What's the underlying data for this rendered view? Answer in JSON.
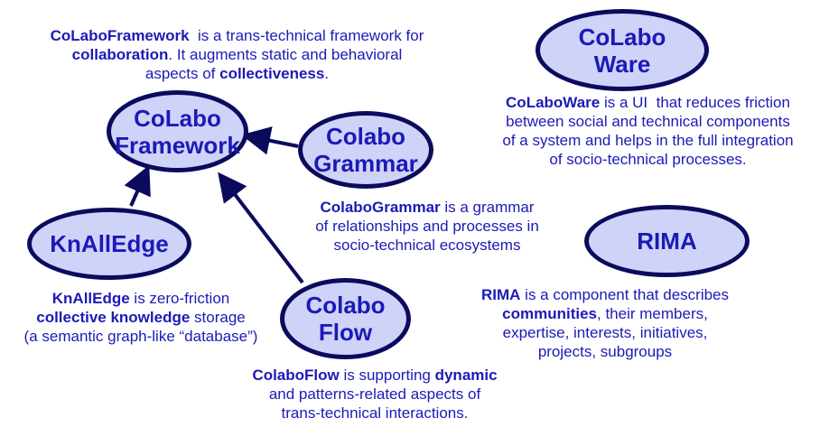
{
  "colors": {
    "node_fill": "#cfd3f8",
    "node_border": "#0b0b5e",
    "text": "#1c1ab6",
    "arrow": "#0b0b5e"
  },
  "nodes": {
    "framework": {
      "line1": "CoLabo",
      "line2": "Framework"
    },
    "ware": {
      "line1": "CoLabo",
      "line2": "Ware"
    },
    "grammar": {
      "line1": "Colabo",
      "line2": "Grammar"
    },
    "knalledge": {
      "line1": "KnAllEdge"
    },
    "rima": {
      "line1": "RIMA"
    },
    "flow": {
      "line1": "Colabo",
      "line2": "Flow"
    }
  },
  "descriptions": {
    "framework": {
      "name": "CoLaboFramework",
      "t1": "  is a trans-technical framework for",
      "b1": "collaboration",
      "t2": ". It augments static and behavioral",
      "t3": "aspects of ",
      "b2": "collectiveness",
      "t4": "."
    },
    "ware": {
      "name": "CoLaboWare",
      "t1": " is a UI  that reduces friction",
      "t2": "between social and technical components",
      "t3": "of a system and helps in the full integration",
      "t4": "of socio-technical processes."
    },
    "grammar": {
      "name": "ColaboGrammar",
      "t1": " is a grammar",
      "t2": "of relationships and processes in",
      "t3": "socio-technical ecosystems"
    },
    "knalledge": {
      "name": "KnAllEdge",
      "t1": " is zero-friction",
      "b1": "collective knowledge",
      "t2": " storage",
      "t3": "(a semantic graph-like “database”)"
    },
    "rima": {
      "name": "RIMA",
      "t1": " is a component that describes",
      "b1": "communities",
      "t2": ", their members,",
      "t3": "expertise, interests, initiatives,",
      "t4": "projects, subgroups"
    },
    "flow": {
      "name": "ColaboFlow",
      "t1": " is supporting ",
      "b1": "dynamic",
      "t2": "and patterns-related aspects of",
      "t3": "trans-technical interactions."
    }
  }
}
